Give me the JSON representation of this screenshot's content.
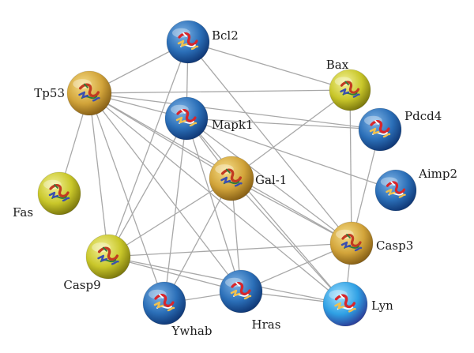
{
  "network": {
    "nodes": [
      {
        "id": "bcl2",
        "label": "Bcl2",
        "color": "blue"
      },
      {
        "id": "tp53",
        "label": "Tp53",
        "color": "gold"
      },
      {
        "id": "bax",
        "label": "Bax",
        "color": "yellow"
      },
      {
        "id": "pdcd4",
        "label": "Pdcd4",
        "color": "blue"
      },
      {
        "id": "mapk1",
        "label": "Mapk1",
        "color": "blue"
      },
      {
        "id": "gal1",
        "label": "Gal-1",
        "color": "gold"
      },
      {
        "id": "aimp2",
        "label": "Aimp2",
        "color": "blue"
      },
      {
        "id": "fas",
        "label": "Fas",
        "color": "yellow"
      },
      {
        "id": "casp3",
        "label": "Casp3",
        "color": "gold"
      },
      {
        "id": "casp9",
        "label": "Casp9",
        "color": "yellow"
      },
      {
        "id": "ywhab",
        "label": "Ywhab",
        "color": "blue"
      },
      {
        "id": "hras",
        "label": "Hras",
        "color": "blue"
      },
      {
        "id": "lyn",
        "label": "Lyn",
        "color": "lightblue"
      }
    ],
    "edges": [
      [
        "bcl2",
        "tp53"
      ],
      [
        "bcl2",
        "mapk1"
      ],
      [
        "bcl2",
        "bax"
      ],
      [
        "bcl2",
        "casp3"
      ],
      [
        "bcl2",
        "casp9"
      ],
      [
        "tp53",
        "bax"
      ],
      [
        "tp53",
        "pdcd4"
      ],
      [
        "tp53",
        "mapk1"
      ],
      [
        "tp53",
        "gal1"
      ],
      [
        "tp53",
        "fas"
      ],
      [
        "tp53",
        "casp9"
      ],
      [
        "tp53",
        "ywhab"
      ],
      [
        "tp53",
        "hras"
      ],
      [
        "tp53",
        "lyn"
      ],
      [
        "tp53",
        "casp3"
      ],
      [
        "mapk1",
        "pdcd4"
      ],
      [
        "mapk1",
        "gal1"
      ],
      [
        "mapk1",
        "casp9"
      ],
      [
        "mapk1",
        "ywhab"
      ],
      [
        "mapk1",
        "hras"
      ],
      [
        "mapk1",
        "lyn"
      ],
      [
        "mapk1",
        "casp3"
      ],
      [
        "mapk1",
        "aimp2"
      ],
      [
        "bax",
        "gal1"
      ],
      [
        "bax",
        "casp3"
      ],
      [
        "pdcd4",
        "casp3"
      ],
      [
        "gal1",
        "casp9"
      ],
      [
        "gal1",
        "ywhab"
      ],
      [
        "gal1",
        "hras"
      ],
      [
        "gal1",
        "lyn"
      ],
      [
        "gal1",
        "casp3"
      ],
      [
        "casp3",
        "casp9"
      ],
      [
        "casp3",
        "hras"
      ],
      [
        "casp3",
        "lyn"
      ],
      [
        "casp9",
        "hras"
      ],
      [
        "casp9",
        "lyn"
      ],
      [
        "ywhab",
        "hras"
      ],
      [
        "hras",
        "lyn"
      ]
    ],
    "palette": {
      "blue": {
        "light": "#7fb4e6",
        "mid": "#2b6fb8",
        "dark": "#0b2f6b"
      },
      "gold": {
        "light": "#f7df8a",
        "mid": "#d2a43a",
        "dark": "#7a5410"
      },
      "yellow": {
        "light": "#f4f29a",
        "mid": "#c9c72a",
        "dark": "#6e6a08"
      },
      "lightblue": {
        "light": "#9fe0ff",
        "mid": "#2fa0e4",
        "dark": "#2b2f8c"
      },
      "edge": "#a8a8a8"
    }
  }
}
